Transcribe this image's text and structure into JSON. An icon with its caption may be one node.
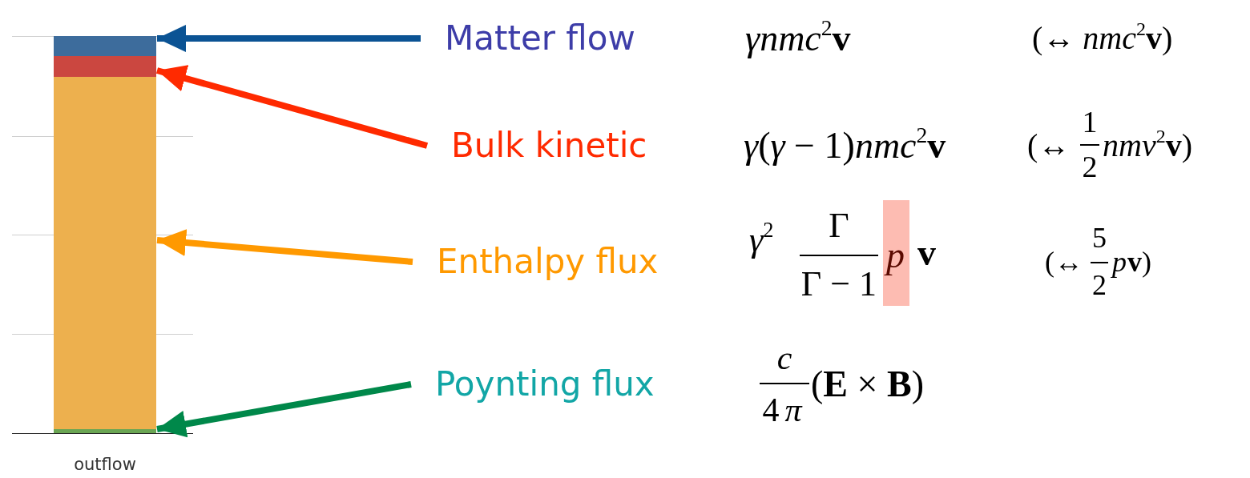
{
  "diagram": {
    "nodes": [
      {
        "text": [],
        "shape": "bar"
      },
      {
        "text": [],
        "shape": "bar"
      },
      {
        "text": [],
        "shape": "bar"
      },
      {
        "text": [],
        "shape": "bar"
      },
      {
        "text": [
          "Matter flow"
        ]
      },
      {
        "text": [
          "Bulk kinetic"
        ]
      },
      {
        "text": [
          "Enthalpy flux"
        ]
      },
      {
        "text": [
          "Poynting flux"
        ]
      }
    ],
    "edges": [
      {
        "from": 4,
        "to": 0,
        "arrow": "to",
        "color": "#0b5394"
      },
      {
        "from": 5,
        "to": 1,
        "arrow": "to",
        "color": "#ff2a00"
      },
      {
        "from": 6,
        "to": 2,
        "arrow": "to",
        "color": "#ff9900"
      },
      {
        "from": 7,
        "to": 3,
        "arrow": "to",
        "color": "#00884a"
      }
    ],
    "labels": [
      "*γnmc*$^{2}$**v**",
      "(↔ *nmc*$^{2}$**v**)",
      "*γ*(*γ* − 1)*nmc*$^{2}$**v**",
      "(↔",
      "1",
      "2",
      "*nmv*$^{2}$**v**)",
      "*γ*$^{2}$",
      "Γ",
      "Γ − 1",
      "p",
      "v",
      "(↔",
      "5",
      "2",
      "p",
      "**v**)",
      "c",
      "4",
      "π",
      "(**E** × **B**)",
      "outflow"
    ]
  }
}
